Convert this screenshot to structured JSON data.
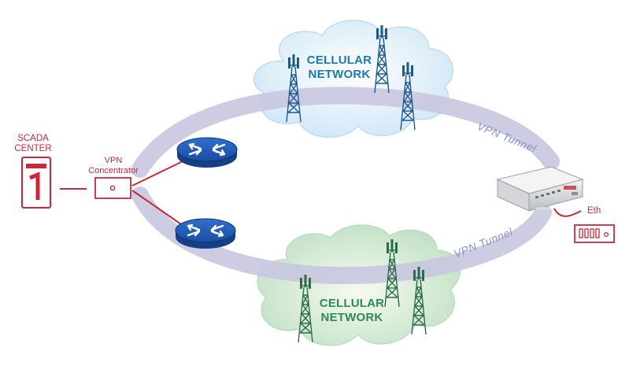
{
  "scada": {
    "line1": "SCADA",
    "line2": "CENTER",
    "icon": "server-icon"
  },
  "concentrator": {
    "line1": "VPN",
    "line2": "Concentrator",
    "icon": "vpn-concentrator-icon"
  },
  "top_cloud": {
    "line1": "CELLULAR",
    "line2": "NETWORK",
    "icon": "cloud-icon"
  },
  "bottom_cloud": {
    "line1": "CELLULAR",
    "line2": "NETWORK",
    "icon": "cloud-icon"
  },
  "tunnels": {
    "top": "VPN Tunnel",
    "bottom": "VPN Tunnel"
  },
  "eth": {
    "label": "Eth",
    "icon": "ethernet-port-icon"
  },
  "colors": {
    "accent_red": "#c8283a",
    "top_text": "#1b78b8",
    "bottom_text": "#2d8a58",
    "tunnel": "#c9c6e0",
    "router": "#1a53a8"
  }
}
